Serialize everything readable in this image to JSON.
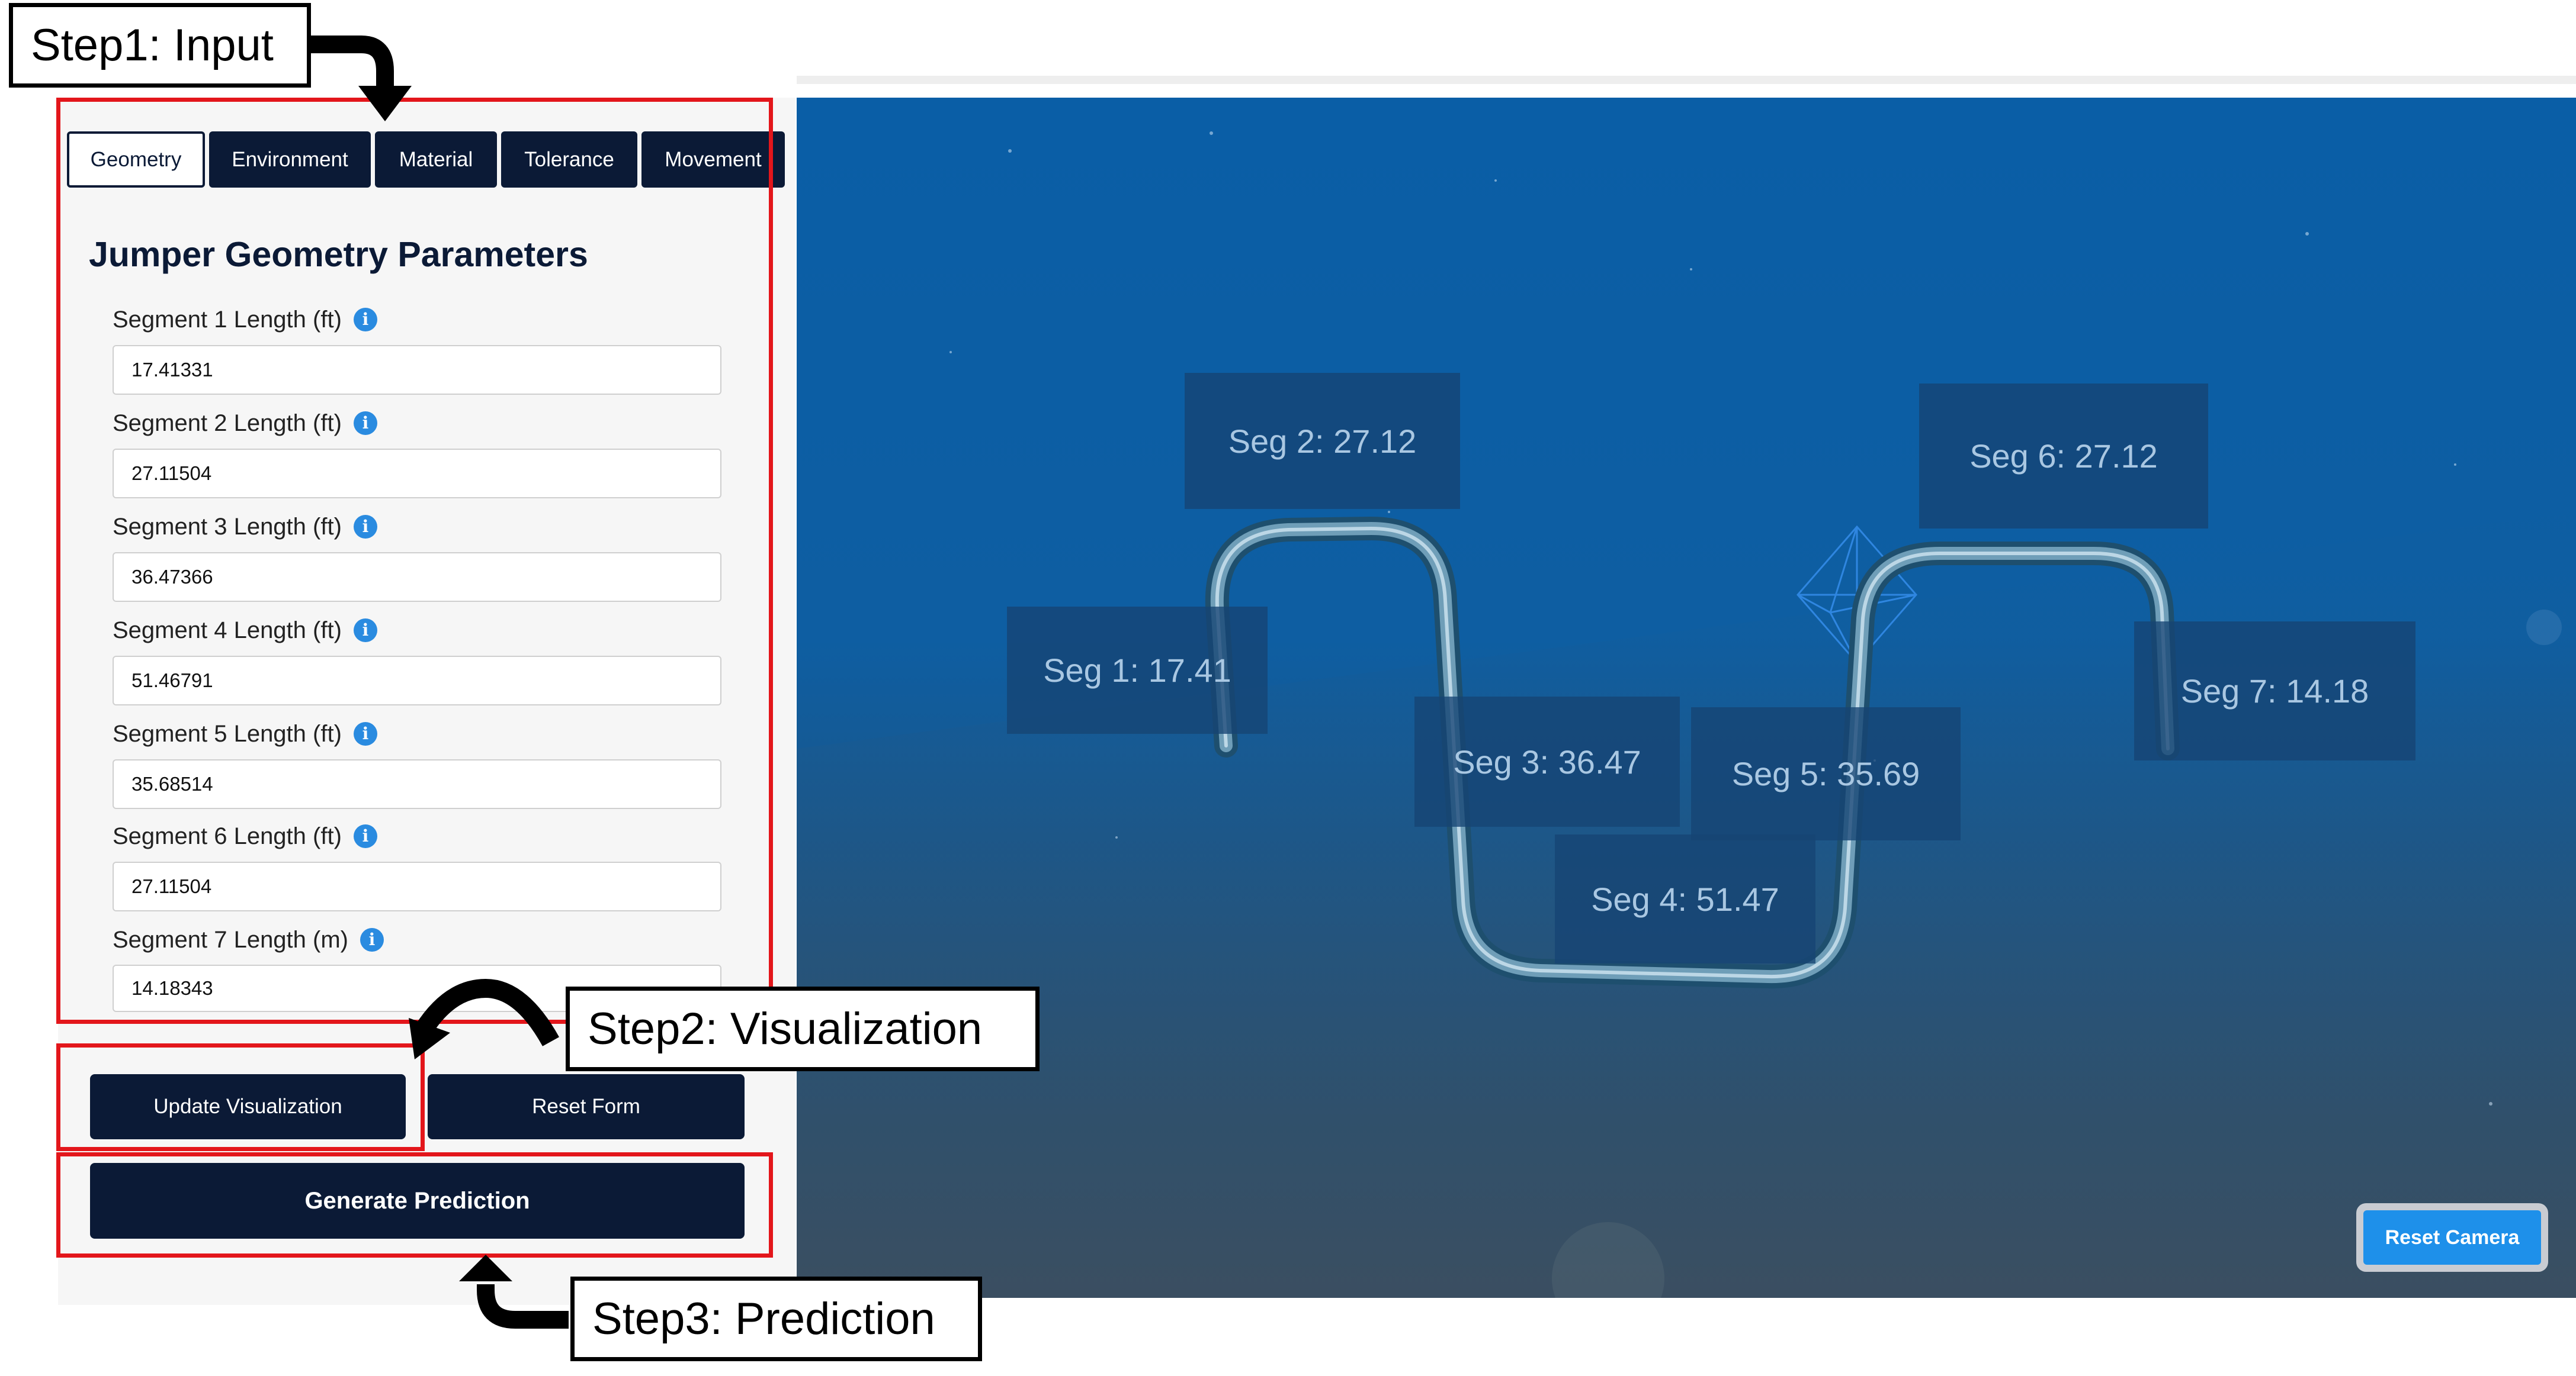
{
  "tabs": [
    {
      "label": "Geometry",
      "active": true
    },
    {
      "label": "Environment",
      "active": false
    },
    {
      "label": "Material",
      "active": false
    },
    {
      "label": "Tolerance",
      "active": false
    },
    {
      "label": "Movement",
      "active": false
    }
  ],
  "panel": {
    "title": "Jumper Geometry Parameters",
    "fields": [
      {
        "label": "Segment 1 Length (ft)",
        "value": "17.41331"
      },
      {
        "label": "Segment 2 Length (ft)",
        "value": "27.11504"
      },
      {
        "label": "Segment 3 Length (ft)",
        "value": "36.47366"
      },
      {
        "label": "Segment 4 Length (ft)",
        "value": "51.46791"
      },
      {
        "label": "Segment 5 Length (ft)",
        "value": "35.68514"
      },
      {
        "label": "Segment 6 Length (ft)",
        "value": "27.11504"
      },
      {
        "label": "Segment 7 Length (m)",
        "value": "14.18343"
      }
    ],
    "info_icon_glyph": "i"
  },
  "buttons": {
    "update": "Update Visualization",
    "reset_form": "Reset Form",
    "generate": "Generate Prediction"
  },
  "viewport": {
    "segment_labels": [
      "Seg 1: 17.41",
      "Seg 2: 27.12",
      "Seg 3: 36.47",
      "Seg 4: 51.47",
      "Seg 5: 35.69",
      "Seg 6: 27.12",
      "Seg 7: 14.18"
    ],
    "reset_camera": "Reset Camera"
  },
  "annotations": {
    "step1": "Step1: Input",
    "step2": "Step2: Visualization",
    "step3": "Step3: Prediction"
  },
  "colors": {
    "navy": "#0b1a36",
    "annotation_red": "#e3161b",
    "info_blue": "#2a8be0",
    "reset_blue": "#1e90ea"
  }
}
